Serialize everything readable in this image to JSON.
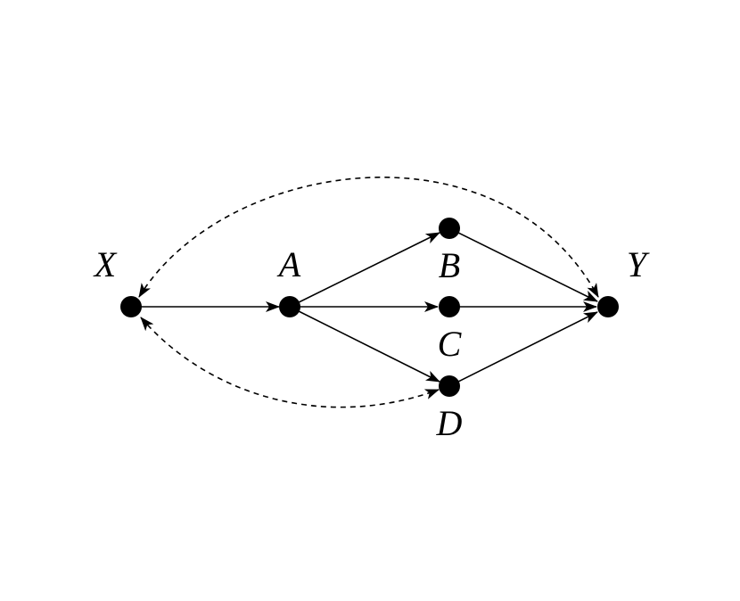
{
  "diagram": {
    "nodes": [
      {
        "id": "X",
        "label": "X"
      },
      {
        "id": "A",
        "label": "A"
      },
      {
        "id": "B",
        "label": "B"
      },
      {
        "id": "C",
        "label": "C"
      },
      {
        "id": "D",
        "label": "D"
      },
      {
        "id": "Y",
        "label": "Y"
      }
    ],
    "edges": [
      {
        "from": "X",
        "to": "A",
        "style": "solid",
        "direction": "forward"
      },
      {
        "from": "A",
        "to": "B",
        "style": "solid",
        "direction": "forward"
      },
      {
        "from": "A",
        "to": "C",
        "style": "solid",
        "direction": "forward"
      },
      {
        "from": "A",
        "to": "D",
        "style": "solid",
        "direction": "forward"
      },
      {
        "from": "B",
        "to": "Y",
        "style": "solid",
        "direction": "forward"
      },
      {
        "from": "C",
        "to": "Y",
        "style": "solid",
        "direction": "forward"
      },
      {
        "from": "D",
        "to": "Y",
        "style": "solid",
        "direction": "forward"
      },
      {
        "from": "X",
        "to": "Y",
        "style": "dashed",
        "direction": "bidirected"
      },
      {
        "from": "X",
        "to": "D",
        "style": "dashed",
        "direction": "bidirected"
      }
    ],
    "colors": {
      "node": "#000000",
      "edge": "#000000",
      "background": "#ffffff"
    }
  }
}
